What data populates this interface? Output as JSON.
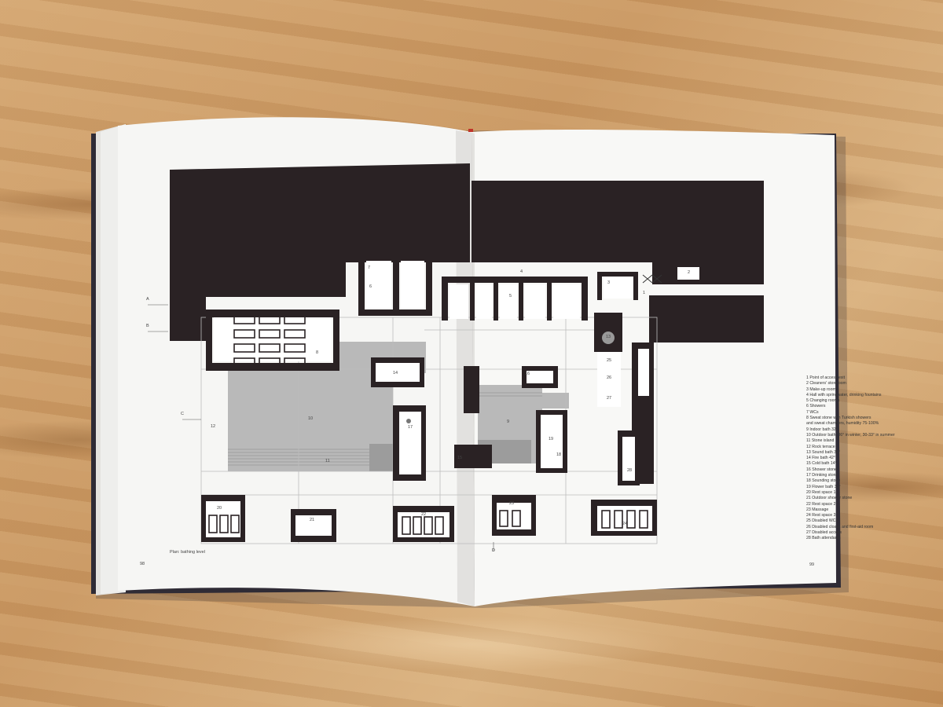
{
  "colors": {
    "wood": "#cfa06a",
    "paper": "#f6f6f4",
    "ink": "#2a2224",
    "bath_grey": "#b9b9b9"
  },
  "caption": "Plan: bathing level",
  "page_left": "98",
  "page_right": "99",
  "section_markers": [
    "A",
    "B",
    "C",
    "D"
  ],
  "room_numbers": [
    "1",
    "2",
    "3",
    "4",
    "5",
    "6",
    "7",
    "8",
    "9",
    "10",
    "11",
    "12",
    "13",
    "14",
    "15",
    "16",
    "17",
    "18",
    "19",
    "20",
    "21",
    "22",
    "23",
    "24",
    "25",
    "26",
    "27",
    "28"
  ],
  "legend": [
    "1  Point of access/exit",
    "2  Cleaners' storeroom",
    "3  Make-up room",
    "4  Hall with springwater, drinking fountains",
    "5  Changing rooms",
    "6  Showers",
    "7  WCs",
    "8  Sweat stone with Turkish showers",
    "    and sweat chambers, humidity 75-100%",
    "9  Indoor bath 32°",
    "10  Outdoor bath, 36° in winter, 30-33° in summer",
    "11  Stone island",
    "12  Rock terrace",
    "13  Sound bath 35°",
    "14  Fire bath 42°",
    "15  Cold bath 14°",
    "16  Shower stone",
    "17  Drinking stone",
    "18  Sounding stone",
    "19  Flower bath 33°",
    "20  Rest space 1",
    "21  Outdoor shower stone",
    "22  Rest space 2",
    "23  Massage",
    "24  Rest space 3",
    "25  Disabled WCs",
    "26  Disabled cloaks and first-aid room",
    "27  Disabled access",
    "28  Bath attendants"
  ]
}
